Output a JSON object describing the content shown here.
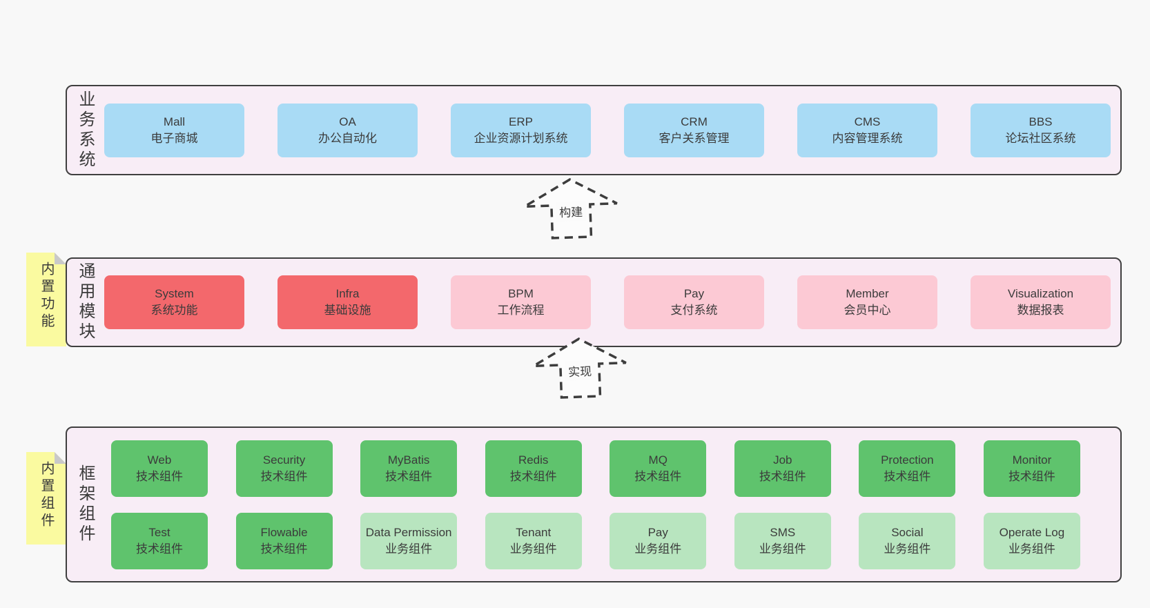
{
  "colors": {
    "page_bg": "#f8f8f8",
    "panel_bg": "#f8edf6",
    "panel_border": "#3f3f3f",
    "blue": "#a9dbf5",
    "red": "#f3686c",
    "pink": "#fcc9d4",
    "green": "#5fc36d",
    "light_green": "#b8e5bf",
    "yellow": "#fafaa0",
    "fold": "#c9c9c9",
    "text": "#3b3b3b"
  },
  "arrows": [
    {
      "label": "构建"
    },
    {
      "label": "实现"
    }
  ],
  "band1": {
    "label": "业务系统",
    "boxes": [
      {
        "name": "Mall",
        "subtitle": "电子商城"
      },
      {
        "name": "OA",
        "subtitle": "办公自动化"
      },
      {
        "name": "ERP",
        "subtitle": "企业资源计划系统"
      },
      {
        "name": "CRM",
        "subtitle": "客户关系管理"
      },
      {
        "name": "CMS",
        "subtitle": "内容管理系统"
      },
      {
        "name": "BBS",
        "subtitle": "论坛社区系统"
      }
    ]
  },
  "band2": {
    "label": "通用模块",
    "tag": "内置功能",
    "boxes": [
      {
        "name": "System",
        "subtitle": "系统功能"
      },
      {
        "name": "Infra",
        "subtitle": "基础设施"
      },
      {
        "name": "BPM",
        "subtitle": "工作流程"
      },
      {
        "name": "Pay",
        "subtitle": "支付系统"
      },
      {
        "name": "Member",
        "subtitle": "会员中心"
      },
      {
        "name": "Visualization",
        "subtitle": "数据报表"
      }
    ]
  },
  "band3": {
    "label": "框架组件",
    "tag": "内置组件",
    "row1": [
      {
        "name": "Web",
        "subtitle": "技术组件"
      },
      {
        "name": "Security",
        "subtitle": "技术组件"
      },
      {
        "name": "MyBatis",
        "subtitle": "技术组件"
      },
      {
        "name": "Redis",
        "subtitle": "技术组件"
      },
      {
        "name": "MQ",
        "subtitle": "技术组件"
      },
      {
        "name": "Job",
        "subtitle": "技术组件"
      },
      {
        "name": "Protection",
        "subtitle": "技术组件"
      },
      {
        "name": "Monitor",
        "subtitle": "技术组件"
      }
    ],
    "row2": [
      {
        "name": "Test",
        "subtitle": "技术组件"
      },
      {
        "name": "Flowable",
        "subtitle": "技术组件"
      },
      {
        "name": "Data Permission",
        "subtitle": "业务组件"
      },
      {
        "name": "Tenant",
        "subtitle": "业务组件"
      },
      {
        "name": "Pay",
        "subtitle": "业务组件"
      },
      {
        "name": "SMS",
        "subtitle": "业务组件"
      },
      {
        "name": "Social",
        "subtitle": "业务组件"
      },
      {
        "name": "Operate Log",
        "subtitle": "业务组件"
      }
    ]
  }
}
